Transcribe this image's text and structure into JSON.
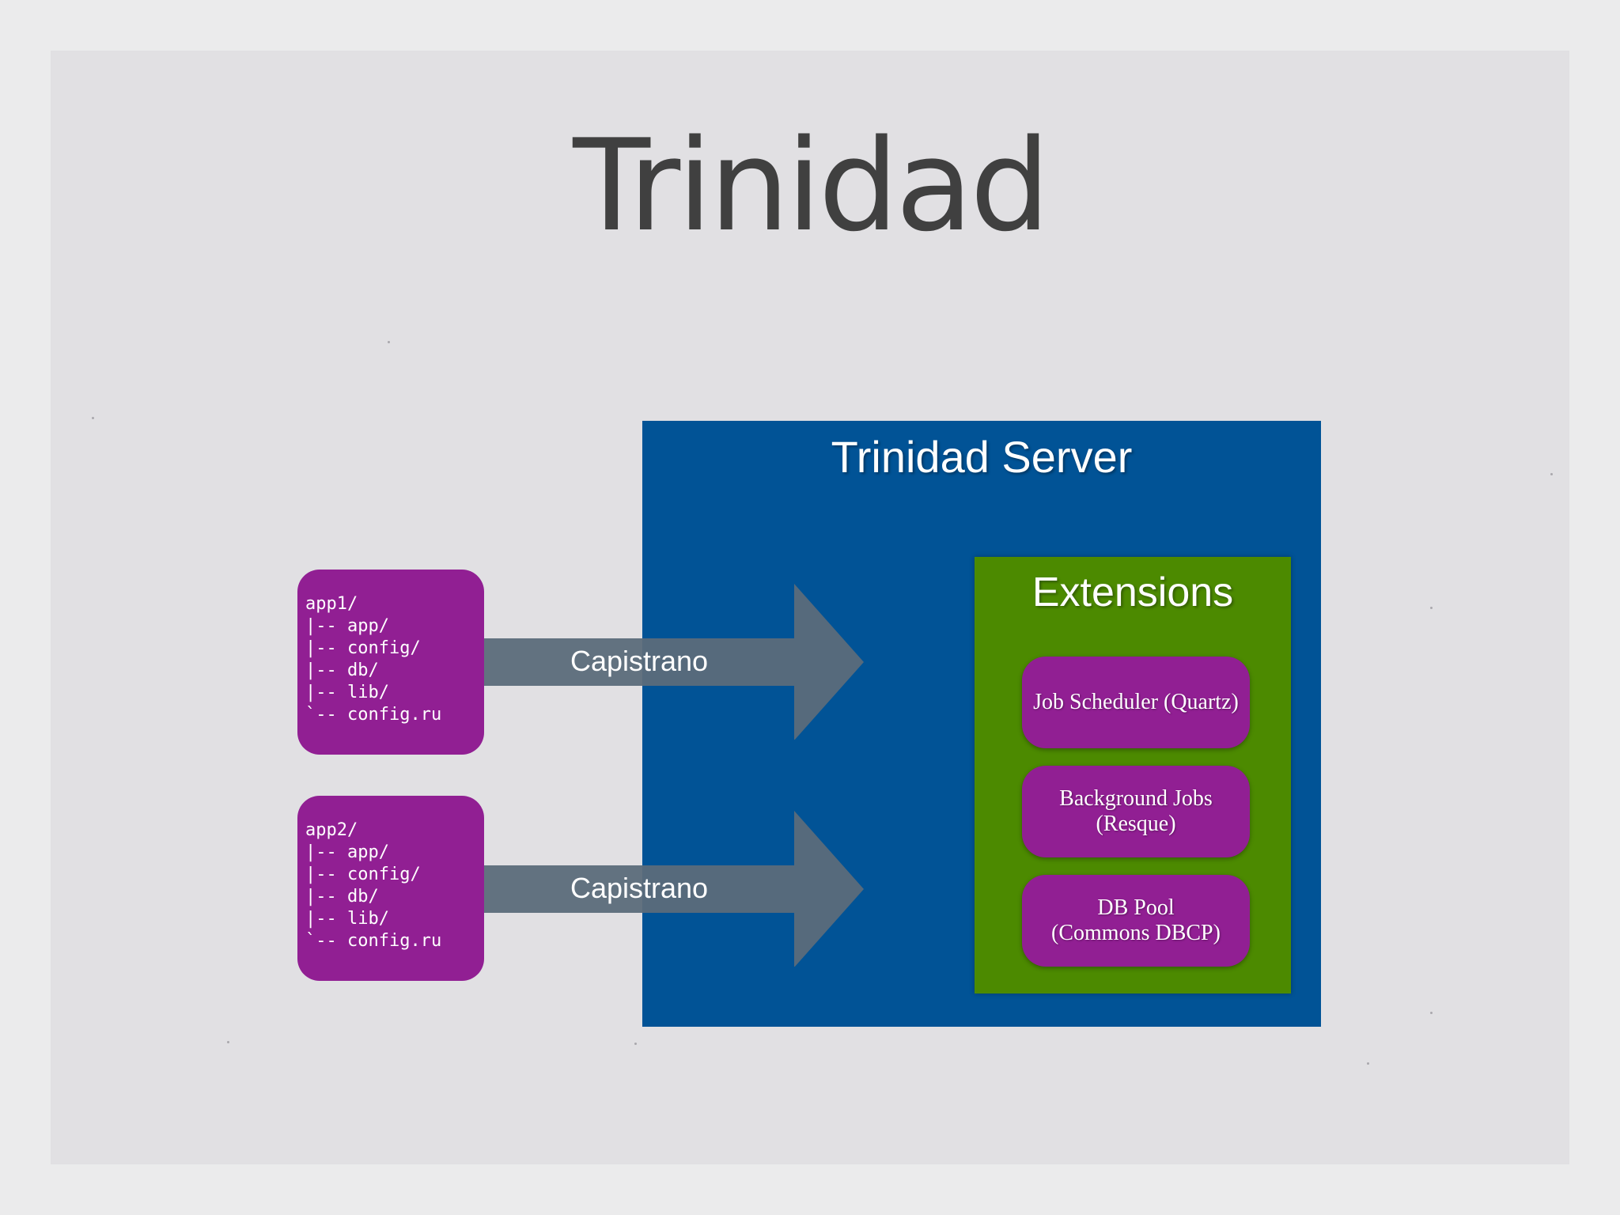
{
  "slide": {
    "title": "Trinidad"
  },
  "server": {
    "title": "Trinidad Server",
    "color": "#015396"
  },
  "extensions": {
    "title": "Extensions",
    "color": "#4c8a00",
    "items": [
      {
        "label": "Job Scheduler (Quartz)"
      },
      {
        "label": "Background Jobs\n(Resque)"
      },
      {
        "label": "DB Pool\n(Commons DBCP)"
      }
    ]
  },
  "apps": [
    {
      "tree": "app1/\n|-- app/\n|-- config/\n|-- db/\n|-- lib/\n`-- config.ru",
      "arrow_label": "Capistrano"
    },
    {
      "tree": "app2/\n|-- app/\n|-- config/\n|-- db/\n|-- lib/\n`-- config.ru",
      "arrow_label": "Capistrano"
    }
  ],
  "colors": {
    "app_box": "#911f93",
    "arrow": "#5b6b7a",
    "title_text": "#404040"
  }
}
